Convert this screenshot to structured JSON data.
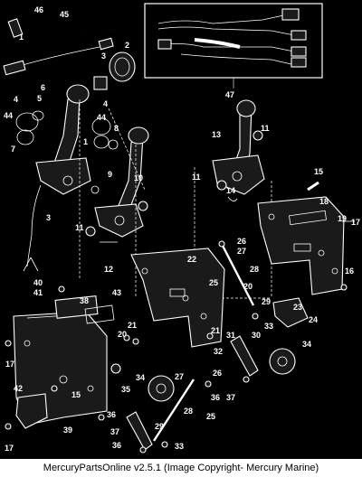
{
  "caption": "MercuryPartsOnline v2.5.1 (Image Copyright- Mercury Marine)",
  "callouts": [
    {
      "id": "c46",
      "text": "46"
    },
    {
      "id": "c45",
      "text": "45"
    },
    {
      "id": "c1a",
      "text": "1"
    },
    {
      "id": "c3a",
      "text": "3"
    },
    {
      "id": "c2",
      "text": "2"
    },
    {
      "id": "c47",
      "text": "47"
    },
    {
      "id": "c4a",
      "text": "4"
    },
    {
      "id": "c6",
      "text": "6"
    },
    {
      "id": "c5",
      "text": "5"
    },
    {
      "id": "c44a",
      "text": "44"
    },
    {
      "id": "c7",
      "text": "7"
    },
    {
      "id": "c4b",
      "text": "4"
    },
    {
      "id": "c44b",
      "text": "44"
    },
    {
      "id": "c1b",
      "text": "1"
    },
    {
      "id": "c8",
      "text": "8"
    },
    {
      "id": "c13",
      "text": "13"
    },
    {
      "id": "c11a",
      "text": "11"
    },
    {
      "id": "c9",
      "text": "9"
    },
    {
      "id": "c10",
      "text": "10"
    },
    {
      "id": "c11b",
      "text": "11"
    },
    {
      "id": "c14",
      "text": "14"
    },
    {
      "id": "c15a",
      "text": "15"
    },
    {
      "id": "c18",
      "text": "18"
    },
    {
      "id": "c3b",
      "text": "3"
    },
    {
      "id": "c11c",
      "text": "11"
    },
    {
      "id": "c26a",
      "text": "26"
    },
    {
      "id": "c27a",
      "text": "27"
    },
    {
      "id": "c19",
      "text": "19"
    },
    {
      "id": "c17a",
      "text": "17"
    },
    {
      "id": "c12",
      "text": "12"
    },
    {
      "id": "c22",
      "text": "22"
    },
    {
      "id": "c28a",
      "text": "28"
    },
    {
      "id": "c16",
      "text": "16"
    },
    {
      "id": "c40",
      "text": "40"
    },
    {
      "id": "c41",
      "text": "41"
    },
    {
      "id": "c25a",
      "text": "25"
    },
    {
      "id": "c20a",
      "text": "20"
    },
    {
      "id": "c38",
      "text": "38"
    },
    {
      "id": "c43",
      "text": "43"
    },
    {
      "id": "c29a",
      "text": "29"
    },
    {
      "id": "c23",
      "text": "23"
    },
    {
      "id": "c24",
      "text": "24"
    },
    {
      "id": "c21a",
      "text": "21"
    },
    {
      "id": "c33a",
      "text": "33"
    },
    {
      "id": "c21b",
      "text": "21"
    },
    {
      "id": "c20b",
      "text": "20"
    },
    {
      "id": "c31",
      "text": "31"
    },
    {
      "id": "c30",
      "text": "30"
    },
    {
      "id": "c34a",
      "text": "34"
    },
    {
      "id": "c32",
      "text": "32"
    },
    {
      "id": "c17b",
      "text": "17"
    },
    {
      "id": "c35",
      "text": "35"
    },
    {
      "id": "c34b",
      "text": "34"
    },
    {
      "id": "c27b",
      "text": "27"
    },
    {
      "id": "c26b",
      "text": "26"
    },
    {
      "id": "c15b",
      "text": "15"
    },
    {
      "id": "c36a",
      "text": "36"
    },
    {
      "id": "c37a",
      "text": "37"
    },
    {
      "id": "c42",
      "text": "42"
    },
    {
      "id": "c36b",
      "text": "36"
    },
    {
      "id": "c28b",
      "text": "28"
    },
    {
      "id": "c25b",
      "text": "25"
    },
    {
      "id": "c39",
      "text": "39"
    },
    {
      "id": "c37b",
      "text": "37"
    },
    {
      "id": "c29b",
      "text": "29"
    },
    {
      "id": "c17c",
      "text": "17"
    },
    {
      "id": "c36c",
      "text": "36"
    },
    {
      "id": "c33b",
      "text": "33"
    }
  ]
}
